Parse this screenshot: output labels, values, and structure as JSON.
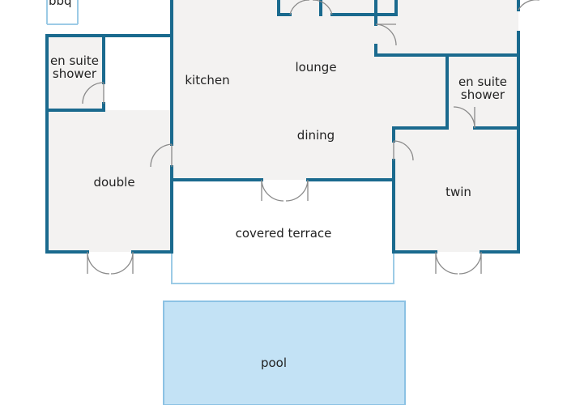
{
  "colors": {
    "wall": "#1a6a8e",
    "floor": "#f3f2f1",
    "door": "#8a8a8a",
    "pool_fill": "#c3e2f5",
    "pool_stroke": "#8cc2e4",
    "terrace_stroke": "#9ccbe6",
    "text": "#222222"
  },
  "labels": {
    "bbq": "bbq",
    "en_suite_left_1": "en suite",
    "en_suite_left_2": "shower",
    "kitchen": "kitchen",
    "lounge": "lounge",
    "dining": "dining",
    "en_suite_right_1": "en suite",
    "en_suite_right_2": "shower",
    "double": "double",
    "twin": "twin",
    "covered_terrace": "covered terrace",
    "pool": "pool"
  }
}
